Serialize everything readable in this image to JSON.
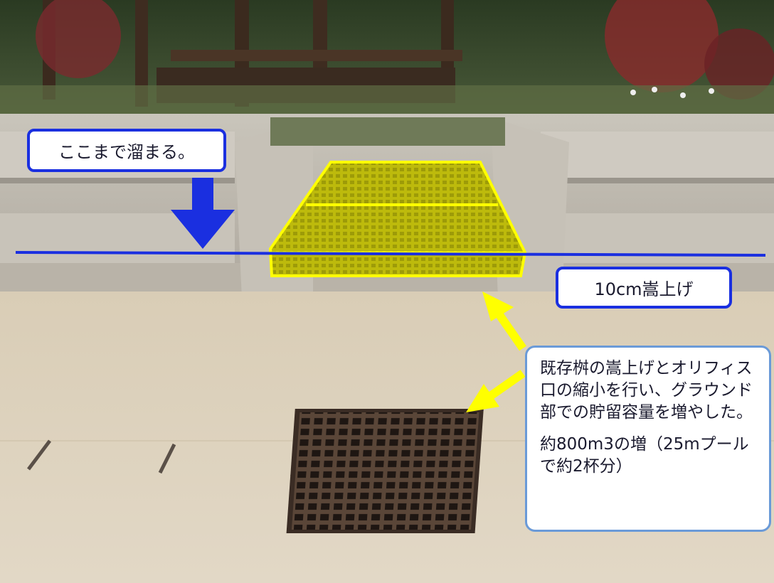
{
  "photo": {
    "subject": "school ground drainage basin with raised inlet and grate",
    "colors": {
      "sky_trees": "#2f4a22",
      "sand": "#d8cbb4",
      "concrete": "#bdb8ae",
      "highlight_yellow": "#ffff00",
      "water_line_blue": "#1a2fe0",
      "grate": "#3a2c24"
    }
  },
  "callouts": {
    "storage_label": "ここまで溜まる。",
    "raise_label": "10cm嵩上げ",
    "description": "既存桝の嵩上げとオリフィス口の縮小を行い、グラウンド部での貯留容量を増やした。",
    "volume_note": "約800m3の増（25mプールで約2杯分）"
  }
}
